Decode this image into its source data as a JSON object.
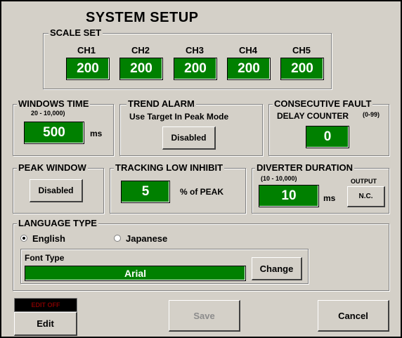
{
  "title": "SYSTEM SETUP",
  "scale_set": {
    "label": "SCALE SET",
    "channels": [
      {
        "name": "CH1",
        "value": "200"
      },
      {
        "name": "CH2",
        "value": "200"
      },
      {
        "name": "CH3",
        "value": "200"
      },
      {
        "name": "CH4",
        "value": "200"
      },
      {
        "name": "CH5",
        "value": "200"
      }
    ]
  },
  "windows_time": {
    "label": "WINDOWS TIME",
    "range": "20 -  10,000)",
    "value": "500",
    "unit": "ms"
  },
  "trend_alarm": {
    "label": "TREND ALARM",
    "description": "Use Target In Peak Mode",
    "button": "Disabled"
  },
  "consecutive_fault": {
    "label": "CONSECUTIVE FAULT",
    "sublabel": "DELAY COUNTER",
    "range": "(0-99)",
    "value": "0"
  },
  "peak_window": {
    "label": "PEAK WINDOW",
    "button": "Disabled"
  },
  "tracking_low_inhibit": {
    "label": "TRACKING LOW INHIBIT",
    "value": "5",
    "unit": "% of PEAK"
  },
  "diverter_duration": {
    "label": "DIVERTER DURATION",
    "range": "(10 -  10,000)",
    "value": "10",
    "unit": "ms",
    "output_label": "OUTPUT",
    "output_button": "N.C."
  },
  "language": {
    "label": "LANGUAGE TYPE",
    "options": [
      "English",
      "Japanese"
    ],
    "selected": "English",
    "font_type_label": "Font Type",
    "font_value": "Arial",
    "change_button": "Change"
  },
  "edit": {
    "status": "EDIT OFF",
    "button": "Edit"
  },
  "save_button": "Save",
  "cancel_button": "Cancel",
  "colors": {
    "field_green": "#008000",
    "status_red": "#800000",
    "status_bg": "#000000"
  }
}
